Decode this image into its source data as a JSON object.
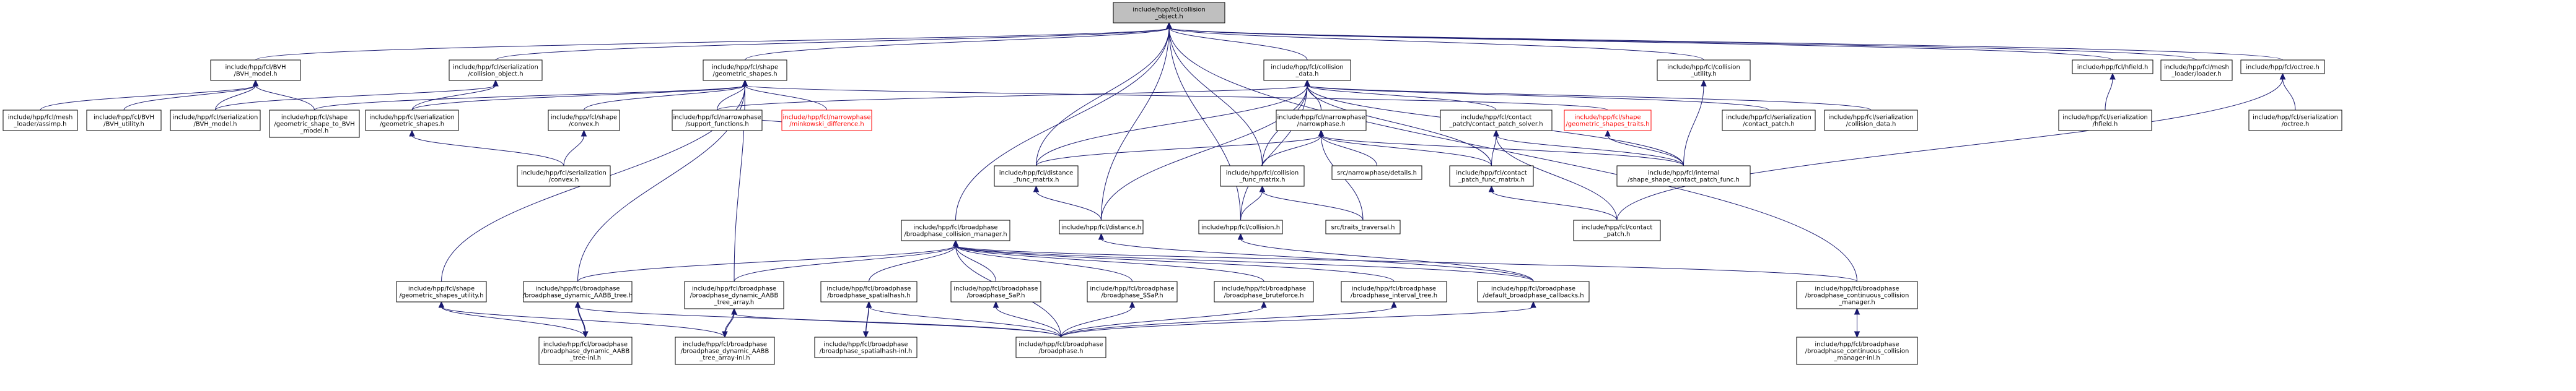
{
  "colors": {
    "root_fill": "#bfbfbf",
    "node_fill": "#ffffff",
    "node_border": "#000000",
    "missing_border": "#ff0000",
    "edge": "#191970"
  },
  "nodes": [
    {
      "id": "root",
      "lines": [
        "include/hpp/fcl/collision",
        "_object.h"
      ],
      "root": true
    },
    {
      "id": "bvh_model",
      "lines": [
        "include/hpp/fcl/BVH",
        "/BVH_model.h"
      ]
    },
    {
      "id": "ser_collision_object",
      "lines": [
        "include/hpp/fcl/serialization",
        "/collision_object.h"
      ]
    },
    {
      "id": "geometric_shapes",
      "lines": [
        "include/hpp/fcl/shape",
        "/geometric_shapes.h"
      ]
    },
    {
      "id": "collision_data",
      "lines": [
        "include/hpp/fcl/collision",
        "_data.h"
      ]
    },
    {
      "id": "collision_utility",
      "lines": [
        "include/hpp/fcl/collision",
        "_utility.h"
      ]
    },
    {
      "id": "hfield",
      "lines": [
        "include/hpp/fcl/hfield.h"
      ]
    },
    {
      "id": "mesh_loader",
      "lines": [
        "include/hpp/fcl/mesh",
        "_loader/loader.h"
      ]
    },
    {
      "id": "octree",
      "lines": [
        "include/hpp/fcl/octree.h"
      ]
    },
    {
      "id": "assimp",
      "lines": [
        "include/hpp/fcl/mesh",
        "_loader/assimp.h"
      ]
    },
    {
      "id": "bvh_utility",
      "lines": [
        "include/hpp/fcl/BVH",
        "/BVH_utility.h"
      ]
    },
    {
      "id": "ser_bvh_model",
      "lines": [
        "include/hpp/fcl/serialization",
        "/BVH_model.h"
      ]
    },
    {
      "id": "shape_to_bvh",
      "lines": [
        "include/hpp/fcl/shape",
        "/geometric_shape_to_BVH",
        "_model.h"
      ]
    },
    {
      "id": "ser_geometric_shapes",
      "lines": [
        "include/hpp/fcl/serialization",
        "/geometric_shapes.h"
      ]
    },
    {
      "id": "shape_convex",
      "lines": [
        "include/hpp/fcl/shape",
        "/convex.h"
      ]
    },
    {
      "id": "support_functions",
      "lines": [
        "include/hpp/fcl/narrowphase",
        "/support_functions.h"
      ]
    },
    {
      "id": "minkowski",
      "lines": [
        "include/hpp/fcl/narrowphase",
        "/minkowski_difference.h"
      ],
      "missing": true
    },
    {
      "id": "shapes_traits",
      "lines": [
        "include/hpp/fcl/shape",
        "/geometric_shapes_traits.h"
      ],
      "missing": true
    },
    {
      "id": "narrowphase",
      "lines": [
        "include/hpp/fcl/narrowphase",
        "/narrowphase.h"
      ]
    },
    {
      "id": "contact_patch_solver",
      "lines": [
        "include/hpp/fcl/contact",
        "_patch/contact_patch_solver.h"
      ]
    },
    {
      "id": "ser_contact_patch",
      "lines": [
        "include/hpp/fcl/serialization",
        "/contact_patch.h"
      ]
    },
    {
      "id": "ser_collision_data",
      "lines": [
        "include/hpp/fcl/serialization",
        "/collision_data.h"
      ]
    },
    {
      "id": "ser_hfield",
      "lines": [
        "include/hpp/fcl/serialization",
        "/hfield.h"
      ]
    },
    {
      "id": "ser_octree",
      "lines": [
        "include/hpp/fcl/serialization",
        "/octree.h"
      ]
    },
    {
      "id": "ser_convex",
      "lines": [
        "include/hpp/fcl/serialization",
        "/convex.h"
      ]
    },
    {
      "id": "distance_func_matrix",
      "lines": [
        "include/hpp/fcl/distance",
        "_func_matrix.h"
      ]
    },
    {
      "id": "collision_func_matrix",
      "lines": [
        "include/hpp/fcl/collision",
        "_func_matrix.h"
      ]
    },
    {
      "id": "details",
      "lines": [
        "src/narrowphase/details.h"
      ]
    },
    {
      "id": "contact_patch_func_matrix",
      "lines": [
        "include/hpp/fcl/contact",
        "_patch_func_matrix.h"
      ]
    },
    {
      "id": "internal_shape_contact",
      "lines": [
        "include/hpp/fcl/internal",
        "/shape_shape_contact_patch_func.h"
      ]
    },
    {
      "id": "contact_patch",
      "lines": [
        "include/hpp/fcl/contact",
        "_patch.h"
      ]
    },
    {
      "id": "bp_collision_manager",
      "lines": [
        "include/hpp/fcl/broadphase",
        "/broadphase_collision_manager.h"
      ]
    },
    {
      "id": "distance",
      "lines": [
        "include/hpp/fcl/distance.h"
      ]
    },
    {
      "id": "collision",
      "lines": [
        "include/hpp/fcl/collision.h"
      ]
    },
    {
      "id": "traits_traversal",
      "lines": [
        "src/traits_traversal.h"
      ]
    },
    {
      "id": "shapes_utility",
      "lines": [
        "include/hpp/fcl/shape",
        "/geometric_shapes_utility.h"
      ]
    },
    {
      "id": "bp_dyn_aabb_tree",
      "lines": [
        "include/hpp/fcl/broadphase",
        "/broadphase_dynamic_AABB_tree.h"
      ]
    },
    {
      "id": "bp_dyn_aabb_tree_array",
      "lines": [
        "include/hpp/fcl/broadphase",
        "/broadphase_dynamic_AABB",
        "_tree_array.h"
      ]
    },
    {
      "id": "bp_spatialhash",
      "lines": [
        "include/hpp/fcl/broadphase",
        "/broadphase_spatialhash.h"
      ]
    },
    {
      "id": "bp_sap",
      "lines": [
        "include/hpp/fcl/broadphase",
        "/broadphase_SaP.h"
      ]
    },
    {
      "id": "bp_ssap",
      "lines": [
        "include/hpp/fcl/broadphase",
        "/broadphase_SSaP.h"
      ]
    },
    {
      "id": "bp_bruteforce",
      "lines": [
        "include/hpp/fcl/broadphase",
        "/broadphase_bruteforce.h"
      ]
    },
    {
      "id": "bp_interval_tree",
      "lines": [
        "include/hpp/fcl/broadphase",
        "/broadphase_interval_tree.h"
      ]
    },
    {
      "id": "default_callbacks",
      "lines": [
        "include/hpp/fcl/broadphase",
        "/default_broadphase_callbacks.h"
      ]
    },
    {
      "id": "bp_continuous",
      "lines": [
        "include/hpp/fcl/broadphase",
        "/broadphase_continuous_collision",
        "_manager.h"
      ]
    },
    {
      "id": "bp_dyn_aabb_tree_inl",
      "lines": [
        "include/hpp/fcl/broadphase",
        "/broadphase_dynamic_AABB",
        "_tree-inl.h"
      ]
    },
    {
      "id": "bp_dyn_aabb_tree_array_inl",
      "lines": [
        "include/hpp/fcl/broadphase",
        "/broadphase_dynamic_AABB",
        "_tree_array-inl.h"
      ]
    },
    {
      "id": "bp_spatialhash_inl",
      "lines": [
        "include/hpp/fcl/broadphase",
        "/broadphase_spatialhash-inl.h"
      ]
    },
    {
      "id": "broadphase",
      "lines": [
        "include/hpp/fcl/broadphase",
        "/broadphase.h"
      ]
    },
    {
      "id": "bp_continuous_inl",
      "lines": [
        "include/hpp/fcl/broadphase",
        "/broadphase_continuous_collision",
        "_manager-inl.h"
      ]
    }
  ],
  "edges": [
    [
      "root",
      "bvh_model"
    ],
    [
      "root",
      "ser_collision_object"
    ],
    [
      "root",
      "geometric_shapes"
    ],
    [
      "root",
      "collision_data"
    ],
    [
      "root",
      "collision_utility"
    ],
    [
      "root",
      "hfield"
    ],
    [
      "root",
      "mesh_loader"
    ],
    [
      "root",
      "octree"
    ],
    [
      "root",
      "bp_collision_manager"
    ],
    [
      "root",
      "distance"
    ],
    [
      "root",
      "collision"
    ],
    [
      "root",
      "distance_func_matrix"
    ],
    [
      "root",
      "collision_func_matrix"
    ],
    [
      "root",
      "bp_continuous"
    ],
    [
      "bvh_model",
      "assimp"
    ],
    [
      "bvh_model",
      "bvh_utility"
    ],
    [
      "bvh_model",
      "ser_bvh_model"
    ],
    [
      "bvh_model",
      "shape_to_bvh"
    ],
    [
      "ser_collision_object",
      "ser_bvh_model"
    ],
    [
      "ser_collision_object",
      "ser_geometric_shapes"
    ],
    [
      "geometric_shapes",
      "shape_to_bvh"
    ],
    [
      "geometric_shapes",
      "ser_geometric_shapes"
    ],
    [
      "geometric_shapes",
      "shape_convex"
    ],
    [
      "geometric_shapes",
      "support_functions"
    ],
    [
      "geometric_shapes",
      "minkowski"
    ],
    [
      "geometric_shapes",
      "shapes_traits"
    ],
    [
      "geometric_shapes",
      "shapes_utility"
    ],
    [
      "geometric_shapes",
      "bp_dyn_aabb_tree"
    ],
    [
      "geometric_shapes",
      "bp_dyn_aabb_tree_array"
    ],
    [
      "collision_data",
      "support_functions"
    ],
    [
      "collision_data",
      "narrowphase"
    ],
    [
      "collision_data",
      "contact_patch_solver"
    ],
    [
      "collision_data",
      "ser_contact_patch"
    ],
    [
      "collision_data",
      "ser_collision_data"
    ],
    [
      "collision_data",
      "distance_func_matrix"
    ],
    [
      "collision_data",
      "collision_func_matrix"
    ],
    [
      "collision_data",
      "internal_shape_contact"
    ],
    [
      "collision_data",
      "distance"
    ],
    [
      "collision_data",
      "collision"
    ],
    [
      "collision_data",
      "contact_patch_func_matrix"
    ],
    [
      "collision_utility",
      "internal_shape_contact"
    ],
    [
      "hfield",
      "ser_hfield"
    ],
    [
      "octree",
      "ser_octree"
    ],
    [
      "octree",
      "contact_patch"
    ],
    [
      "ser_geometric_shapes",
      "ser_convex"
    ],
    [
      "shape_convex",
      "ser_convex"
    ],
    [
      "support_functions",
      "minkowski"
    ],
    [
      "shapes_traits",
      "internal_shape_contact"
    ],
    [
      "narrowphase",
      "distance_func_matrix"
    ],
    [
      "narrowphase",
      "collision_func_matrix"
    ],
    [
      "narrowphase",
      "details"
    ],
    [
      "narrowphase",
      "contact_patch_func_matrix"
    ],
    [
      "narrowphase",
      "traits_traversal"
    ],
    [
      "narrowphase",
      "internal_shape_contact"
    ],
    [
      "contact_patch_solver",
      "contact_patch_func_matrix"
    ],
    [
      "contact_patch_solver",
      "internal_shape_contact"
    ],
    [
      "contact_patch_solver",
      "contact_patch"
    ],
    [
      "distance_func_matrix",
      "distance"
    ],
    [
      "collision_func_matrix",
      "collision"
    ],
    [
      "collision_func_matrix",
      "traits_traversal"
    ],
    [
      "contact_patch_func_matrix",
      "contact_patch"
    ],
    [
      "bp_collision_manager",
      "bp_dyn_aabb_tree"
    ],
    [
      "bp_collision_manager",
      "bp_dyn_aabb_tree_array"
    ],
    [
      "bp_collision_manager",
      "bp_spatialhash"
    ],
    [
      "bp_collision_manager",
      "bp_sap"
    ],
    [
      "bp_collision_manager",
      "bp_ssap"
    ],
    [
      "bp_collision_manager",
      "bp_bruteforce"
    ],
    [
      "bp_collision_manager",
      "bp_interval_tree"
    ],
    [
      "bp_collision_manager",
      "default_callbacks"
    ],
    [
      "bp_collision_manager",
      "bp_continuous"
    ],
    [
      "bp_collision_manager",
      "broadphase"
    ],
    [
      "distance",
      "default_callbacks"
    ],
    [
      "collision",
      "default_callbacks"
    ],
    [
      "shapes_utility",
      "bp_dyn_aabb_tree_inl"
    ],
    [
      "shapes_utility",
      "bp_dyn_aabb_tree_array_inl"
    ],
    [
      "bp_dyn_aabb_tree",
      "bp_dyn_aabb_tree_inl"
    ],
    [
      "bp_dyn_aabb_tree_inl",
      "bp_dyn_aabb_tree"
    ],
    [
      "bp_dyn_aabb_tree",
      "broadphase"
    ],
    [
      "bp_dyn_aabb_tree_array",
      "bp_dyn_aabb_tree_array_inl"
    ],
    [
      "bp_dyn_aabb_tree_array_inl",
      "bp_dyn_aabb_tree_array"
    ],
    [
      "bp_dyn_aabb_tree_array",
      "broadphase"
    ],
    [
      "bp_spatialhash",
      "bp_spatialhash_inl"
    ],
    [
      "bp_spatialhash_inl",
      "bp_spatialhash"
    ],
    [
      "bp_spatialhash",
      "broadphase"
    ],
    [
      "bp_sap",
      "broadphase"
    ],
    [
      "bp_ssap",
      "broadphase"
    ],
    [
      "bp_bruteforce",
      "broadphase"
    ],
    [
      "bp_interval_tree",
      "broadphase"
    ],
    [
      "default_callbacks",
      "broadphase"
    ],
    [
      "bp_continuous",
      "bp_continuous_inl"
    ],
    [
      "bp_continuous_inl",
      "bp_continuous"
    ]
  ]
}
